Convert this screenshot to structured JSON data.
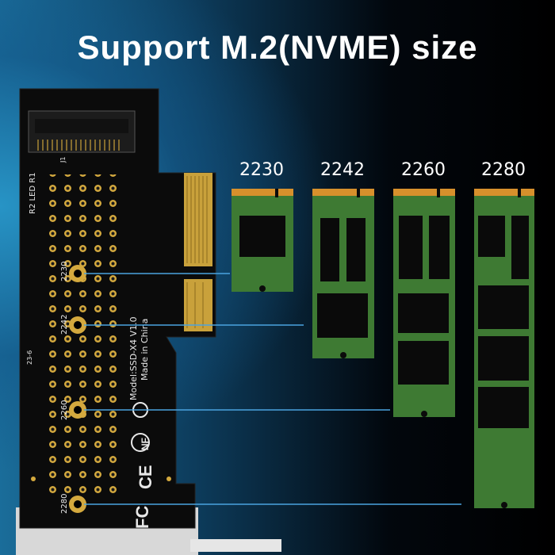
{
  "title": "Support M.2(NVME) size",
  "sizes": [
    "2230",
    "2242",
    "2260",
    "2280"
  ],
  "board": {
    "model": "Model:SSD-X4 V1.0",
    "origin": "Made in China",
    "silk_led": "R2 LED R1",
    "silk_j1": "J1",
    "silk_date": "23-6",
    "holes": [
      "2230",
      "2242",
      "2260",
      "2280"
    ]
  },
  "colors": {
    "title": "#ffffff",
    "pcb": "#0b0b0b",
    "gold": "#c9a13b",
    "ssd_green": "#3e7a33",
    "chip": "#0a0a0a",
    "line": "#4aa3df"
  }
}
